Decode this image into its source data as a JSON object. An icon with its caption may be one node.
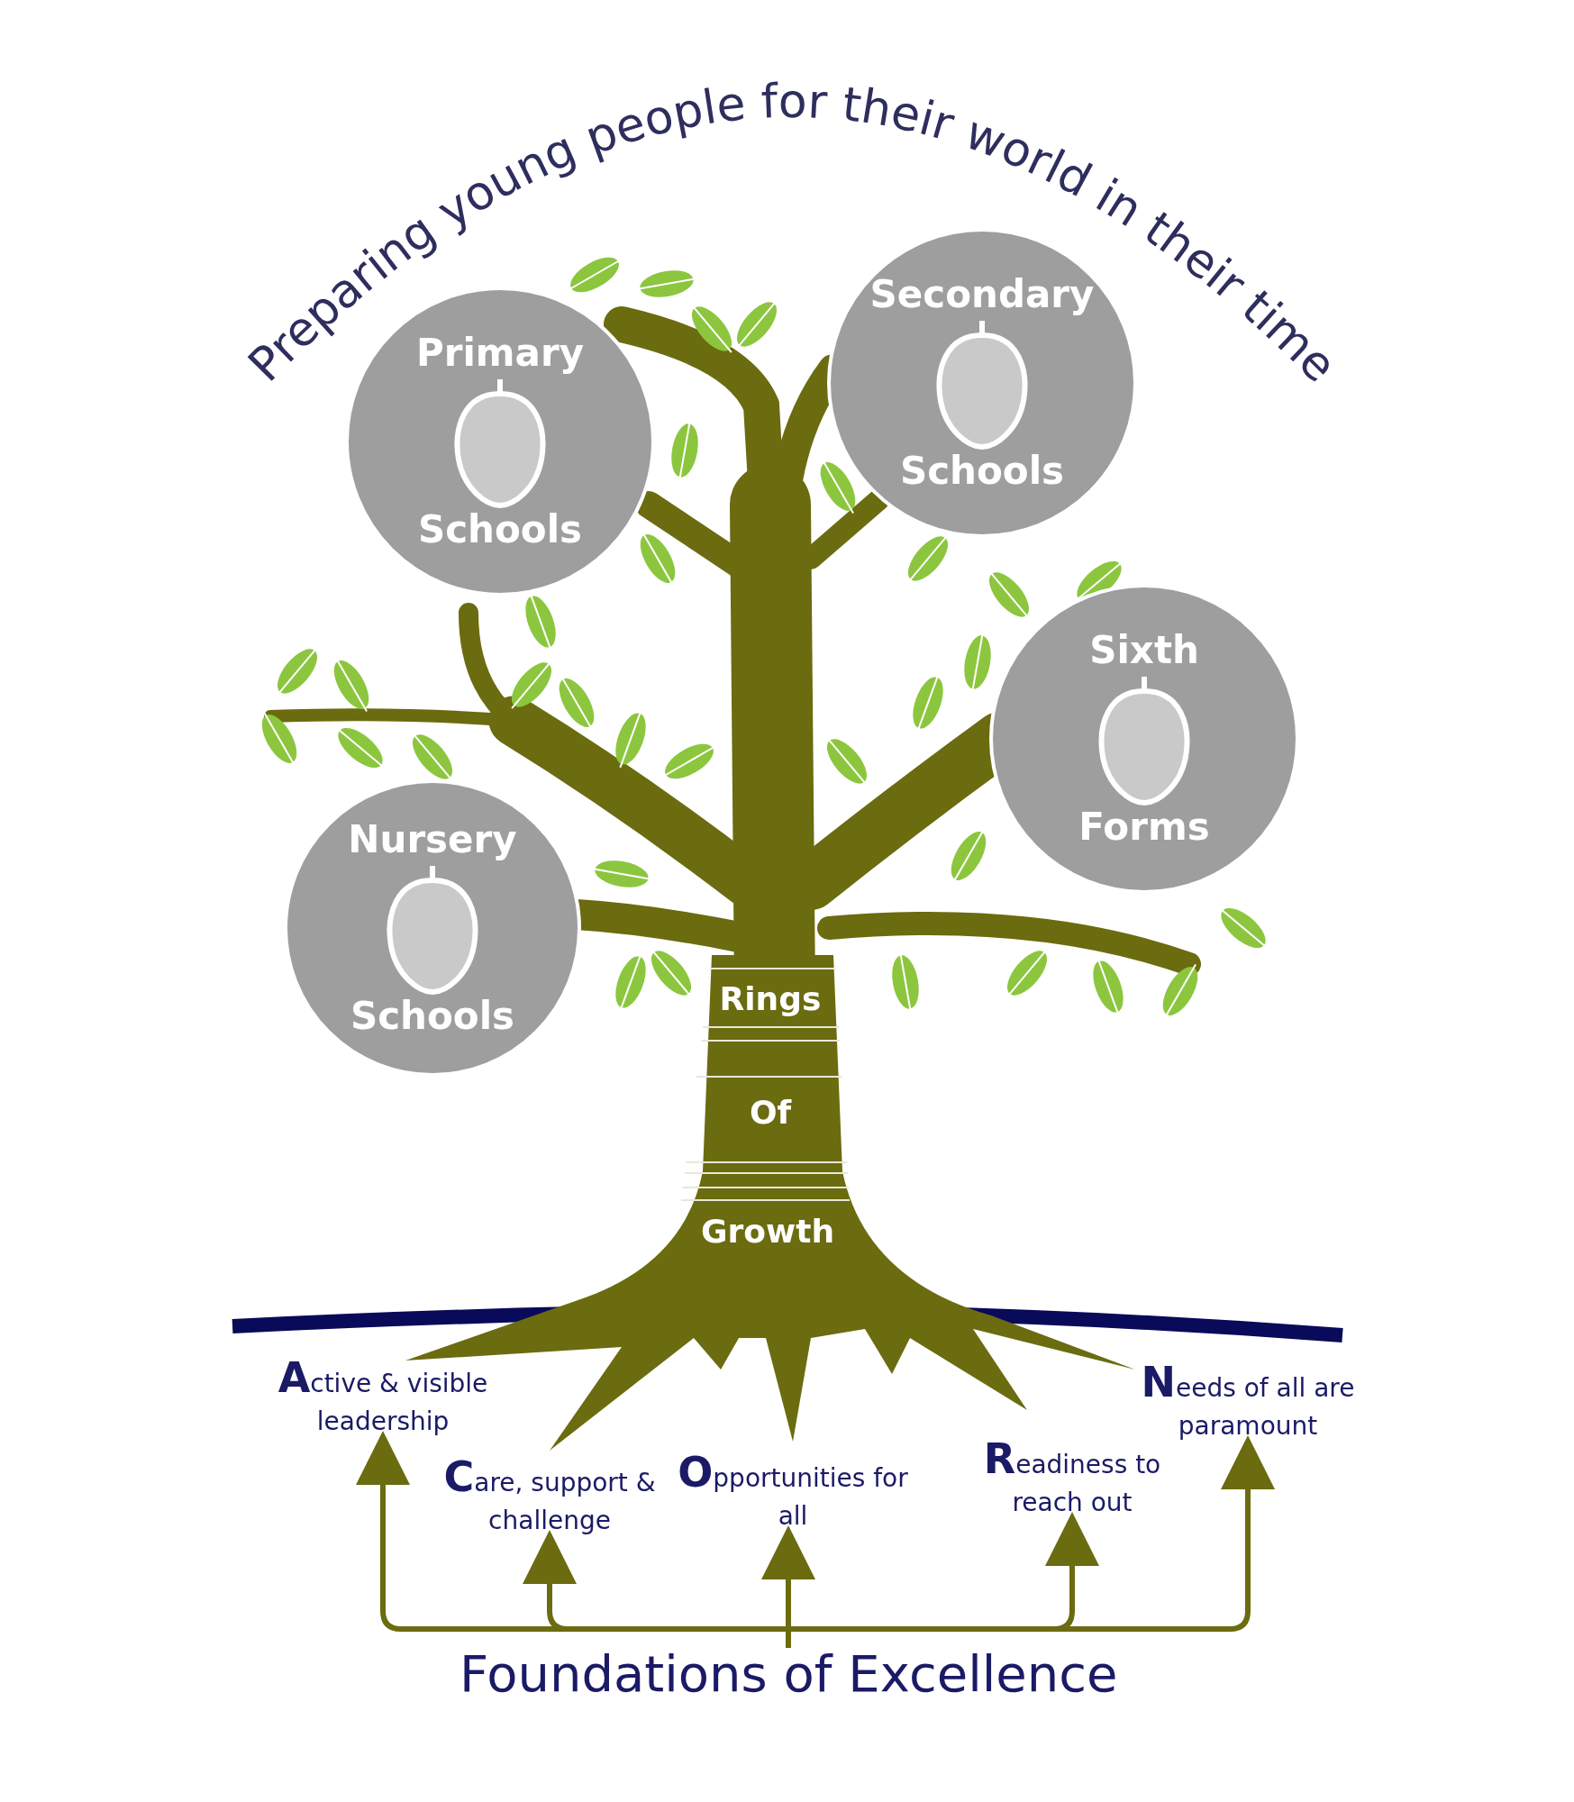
{
  "diagram": {
    "title": "Preparing young people for their world in their time",
    "nodes": [
      {
        "text": [
          "Primary",
          "Schools"
        ]
      },
      {
        "text": [
          "Secondary",
          "Schools"
        ]
      },
      {
        "text": [
          "Sixth",
          "Forms"
        ]
      },
      {
        "text": [
          "Nursery",
          "Schools"
        ]
      },
      {
        "text": [
          "**A**ctive & visible leadership"
        ]
      },
      {
        "text": [
          "**C**are, support & challenge"
        ]
      },
      {
        "text": [
          "**O**pportunities for all"
        ]
      },
      {
        "text": [
          "**R**eadiness to reach out"
        ]
      },
      {
        "text": [
          "**N**eeds of all are paramount"
        ]
      },
      {
        "text": [
          "Foundations of Excellence"
        ]
      }
    ],
    "edges": [
      {
        "from": 9,
        "to": 4,
        "arrow": "to"
      },
      {
        "from": 9,
        "to": 5,
        "arrow": "to"
      },
      {
        "from": 9,
        "to": 6,
        "arrow": "to"
      },
      {
        "from": 9,
        "to": 7,
        "arrow": "to"
      },
      {
        "from": 9,
        "to": 8,
        "arrow": "to"
      }
    ],
    "labels": [
      "Rings",
      "Of",
      "Growth"
    ]
  }
}
